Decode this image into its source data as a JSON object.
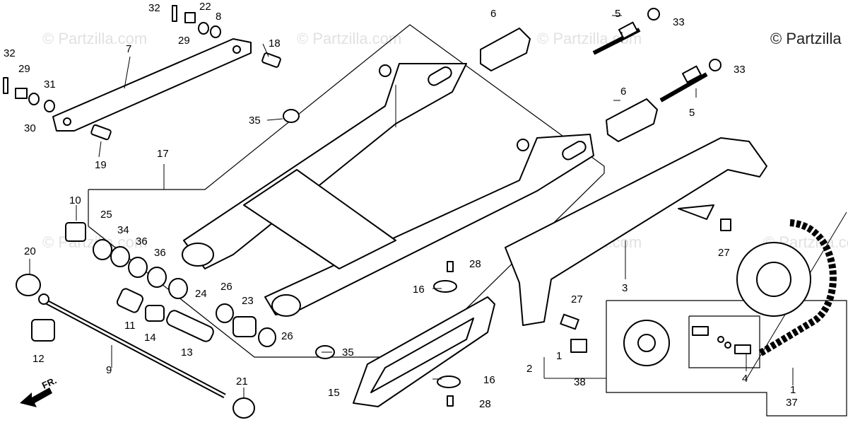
{
  "diagram": {
    "copyright": "© Partzilla",
    "watermark": "© Partzilla.com",
    "direction_label": "FR."
  },
  "callouts": [
    {
      "id": "c32a",
      "text": "32"
    },
    {
      "id": "c22",
      "text": "22"
    },
    {
      "id": "c8",
      "text": "8"
    },
    {
      "id": "c29a",
      "text": "29"
    },
    {
      "id": "c6a",
      "text": "6"
    },
    {
      "id": "c5a",
      "text": "5"
    },
    {
      "id": "c33a",
      "text": "33"
    },
    {
      "id": "c32b",
      "text": "32"
    },
    {
      "id": "c7",
      "text": "7"
    },
    {
      "id": "c18",
      "text": "18"
    },
    {
      "id": "c29b",
      "text": "29"
    },
    {
      "id": "c31",
      "text": "31"
    },
    {
      "id": "c30",
      "text": "30"
    },
    {
      "id": "c33b",
      "text": "33"
    },
    {
      "id": "c6b",
      "text": "6"
    },
    {
      "id": "c5b",
      "text": "5"
    },
    {
      "id": "c35a",
      "text": "35"
    },
    {
      "id": "c19",
      "text": "19"
    },
    {
      "id": "c17",
      "text": "17"
    },
    {
      "id": "c10",
      "text": "10"
    },
    {
      "id": "c25",
      "text": "25"
    },
    {
      "id": "c34",
      "text": "34"
    },
    {
      "id": "c36a",
      "text": "36"
    },
    {
      "id": "c36b",
      "text": "36"
    },
    {
      "id": "c20",
      "text": "20"
    },
    {
      "id": "c27a",
      "text": "27"
    },
    {
      "id": "c28a",
      "text": "28"
    },
    {
      "id": "c16a",
      "text": "16"
    },
    {
      "id": "c3",
      "text": "3"
    },
    {
      "id": "c24",
      "text": "24"
    },
    {
      "id": "c26a",
      "text": "26"
    },
    {
      "id": "c23",
      "text": "23"
    },
    {
      "id": "c26b",
      "text": "26"
    },
    {
      "id": "c27b",
      "text": "27"
    },
    {
      "id": "c11",
      "text": "11"
    },
    {
      "id": "c14",
      "text": "14"
    },
    {
      "id": "c13",
      "text": "13"
    },
    {
      "id": "c12",
      "text": "12"
    },
    {
      "id": "c9",
      "text": "9"
    },
    {
      "id": "c35b",
      "text": "35"
    },
    {
      "id": "c2",
      "text": "2"
    },
    {
      "id": "c1a",
      "text": "1"
    },
    {
      "id": "c38",
      "text": "38"
    },
    {
      "id": "c4",
      "text": "4"
    },
    {
      "id": "c16b",
      "text": "16"
    },
    {
      "id": "c15",
      "text": "15"
    },
    {
      "id": "c28b",
      "text": "28"
    },
    {
      "id": "c21",
      "text": "21"
    },
    {
      "id": "c1b",
      "text": "1"
    },
    {
      "id": "c37",
      "text": "37"
    }
  ]
}
